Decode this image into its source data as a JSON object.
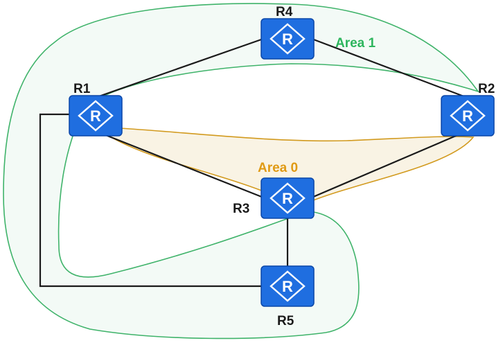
{
  "diagram": {
    "routers": {
      "r1": {
        "label": "R1",
        "icon_letter": "R"
      },
      "r2": {
        "label": "R2",
        "icon_letter": "R"
      },
      "r3": {
        "label": "R3",
        "icon_letter": "R"
      },
      "r4": {
        "label": "R4",
        "icon_letter": "R"
      },
      "r5": {
        "label": "R5",
        "icon_letter": "R"
      }
    },
    "areas": {
      "area0": {
        "label": "Area 0"
      },
      "area1": {
        "label": "Area 1"
      }
    },
    "links": [
      {
        "from": "R1",
        "to": "R4"
      },
      {
        "from": "R4",
        "to": "R2"
      },
      {
        "from": "R1",
        "to": "R3"
      },
      {
        "from": "R2",
        "to": "R3"
      },
      {
        "from": "R3",
        "to": "R5"
      },
      {
        "from": "R1",
        "to": "R5"
      }
    ]
  },
  "colors": {
    "router_fill": "#1f6ee0",
    "router_stroke": "#0b47a8",
    "icon_white": "#ffffff",
    "link": "#1a1a1a",
    "area0_stroke": "#d29a1e",
    "area0_fill": "#f8f1df",
    "area0_label": "#e09a14",
    "area1_stroke": "#3fb36a",
    "area1_fill": "#eaf5ee",
    "area1_label": "#2db55d"
  }
}
